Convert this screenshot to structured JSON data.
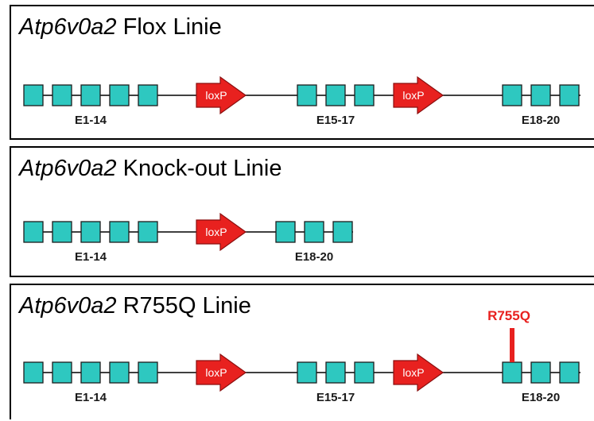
{
  "panels": [
    {
      "gene": "Atp6v0a2",
      "line_label": "Flox Linie",
      "loxp_label": "loxP",
      "exon_groups": [
        {
          "label": "E1-14",
          "count": 5
        },
        {
          "label": "E15-17",
          "count": 3
        },
        {
          "label": "E18-20",
          "count": 3
        }
      ],
      "elements": [
        "exons:0",
        "loxp",
        "exons:1",
        "loxp",
        "exons:2"
      ]
    },
    {
      "gene": "Atp6v0a2",
      "line_label": "Knock-out Linie",
      "loxp_label": "loxP",
      "exon_groups": [
        {
          "label": "E1-14",
          "count": 5
        },
        {
          "label": "E18-20",
          "count": 3
        }
      ],
      "elements": [
        "exons:0",
        "loxp",
        "exons:1"
      ]
    },
    {
      "gene": "Atp6v0a2",
      "line_label": "R755Q Linie",
      "loxp_label": "loxP",
      "mutation_label": "R755Q",
      "exon_groups": [
        {
          "label": "E1-14",
          "count": 5
        },
        {
          "label": "E15-17",
          "count": 3
        },
        {
          "label": "E18-20",
          "count": 3
        }
      ],
      "elements": [
        "exons:0",
        "loxp",
        "exons:1",
        "loxp",
        "exons:2"
      ]
    }
  ],
  "colors": {
    "exon_fill": "#2ec8c0",
    "exon_stroke": "#1d1d1d",
    "loxp_fill": "#e8211f",
    "loxp_stroke": "#8a0f0f",
    "mutation": "#e8211f",
    "line": "#000000"
  }
}
